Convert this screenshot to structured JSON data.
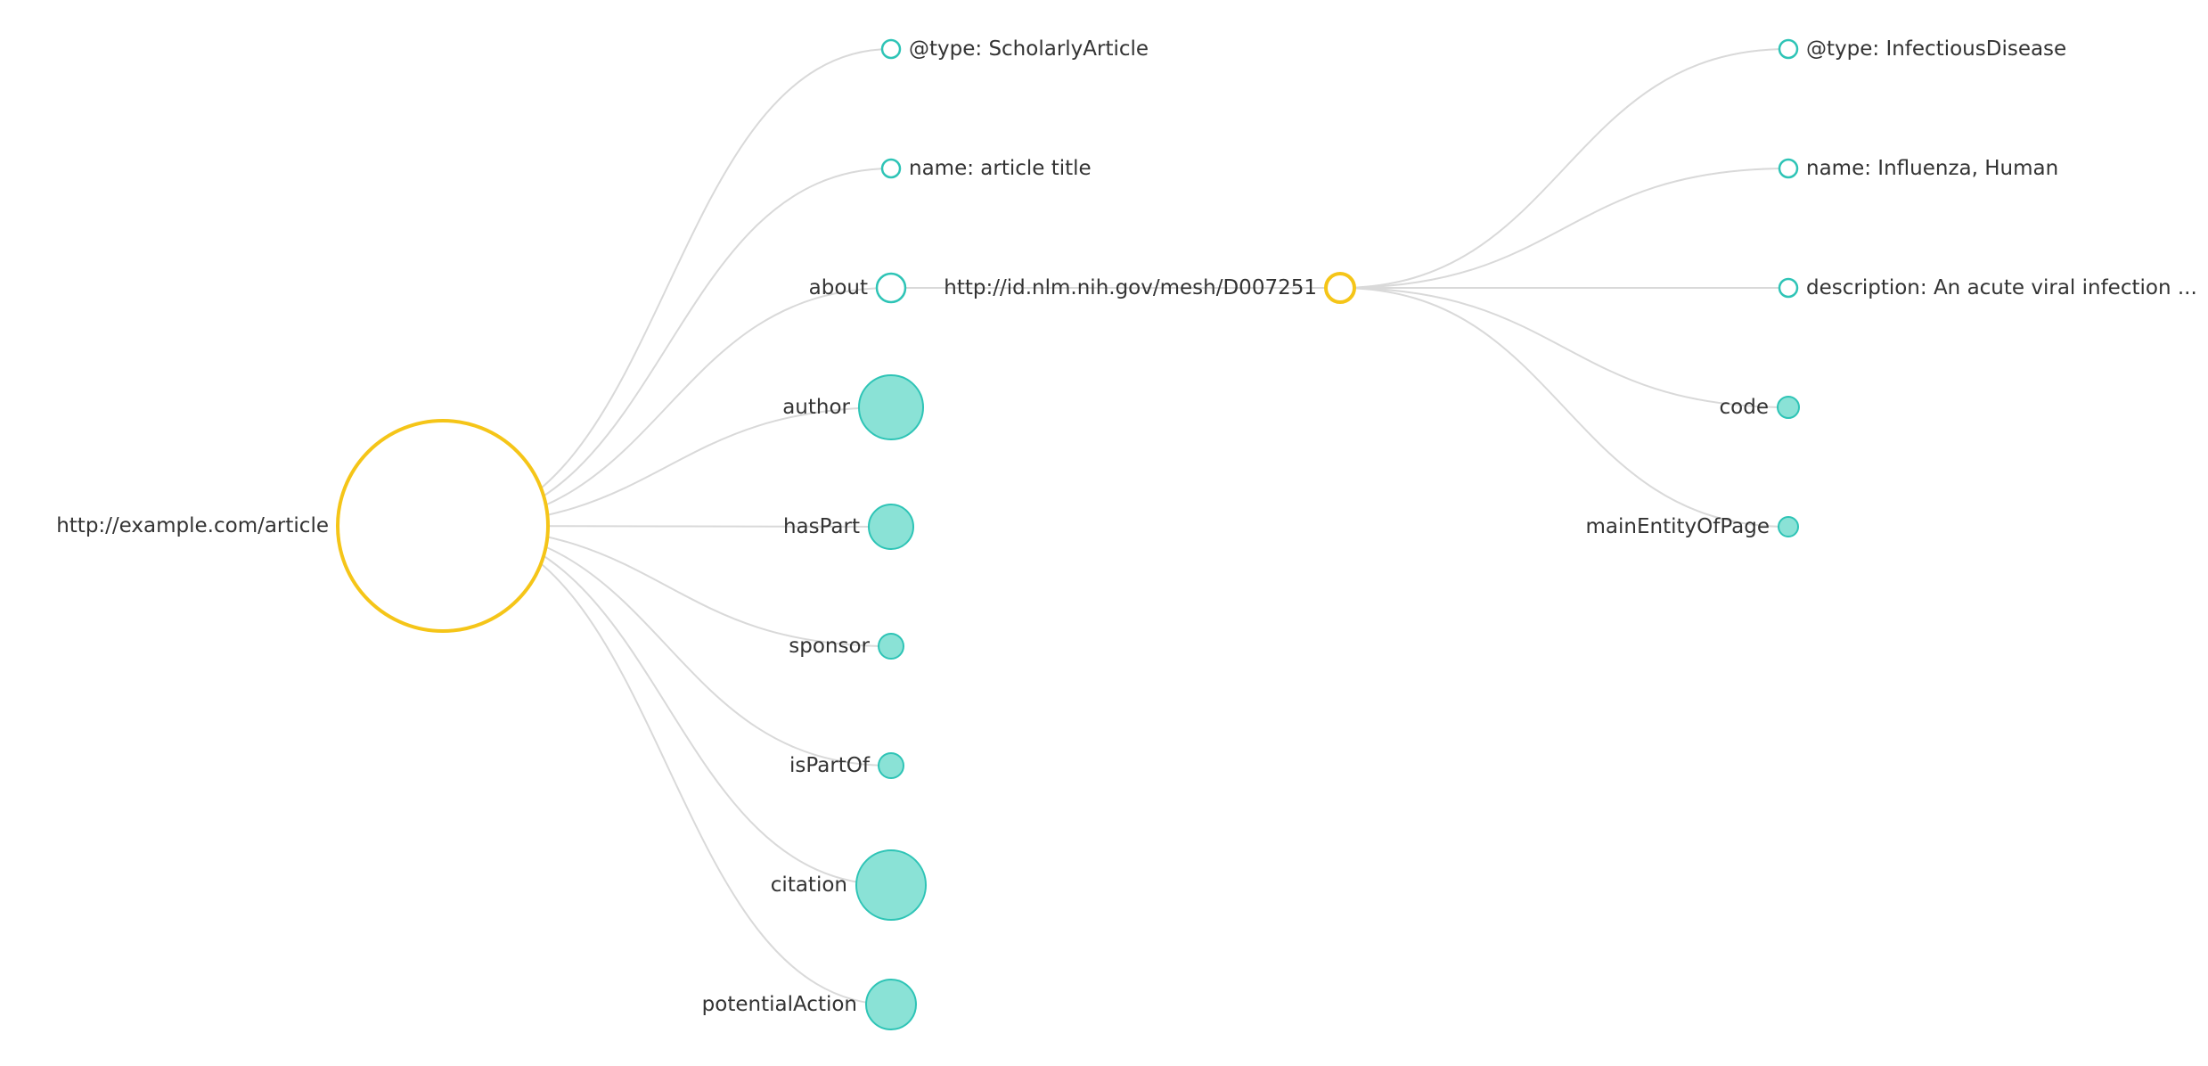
{
  "colors": {
    "expanded_node_stroke": "#f5c518",
    "collapsed_node_fill": "#8ae2d6",
    "node_stroke": "#2ec4b6",
    "leaf_node_fill": "#ffffff",
    "link": "#d9d9d9",
    "text": "#333333"
  },
  "tree": {
    "label": "http://example.com/article",
    "state": "expanded",
    "children": [
      {
        "label": "@type: ScholarlyArticle",
        "state": "leaf"
      },
      {
        "label": "name: article title",
        "state": "leaf"
      },
      {
        "label": "about",
        "state": "leaf",
        "child_label": "http://id.nlm.nih.gov/mesh/D007251",
        "child_state": "expanded",
        "children": [
          {
            "label": "@type: InfectiousDisease",
            "state": "leaf"
          },
          {
            "label": "name: Influenza, Human",
            "state": "leaf"
          },
          {
            "label": "description: An acute viral infection ...",
            "state": "leaf"
          },
          {
            "label": "code",
            "state": "collapsed"
          },
          {
            "label": "mainEntityOfPage",
            "state": "collapsed"
          }
        ]
      },
      {
        "label": "author",
        "state": "collapsed"
      },
      {
        "label": "hasPart",
        "state": "collapsed"
      },
      {
        "label": "sponsor",
        "state": "collapsed"
      },
      {
        "label": "isPartOf",
        "state": "collapsed"
      },
      {
        "label": "citation",
        "state": "collapsed"
      },
      {
        "label": "potentialAction",
        "state": "collapsed"
      }
    ]
  }
}
